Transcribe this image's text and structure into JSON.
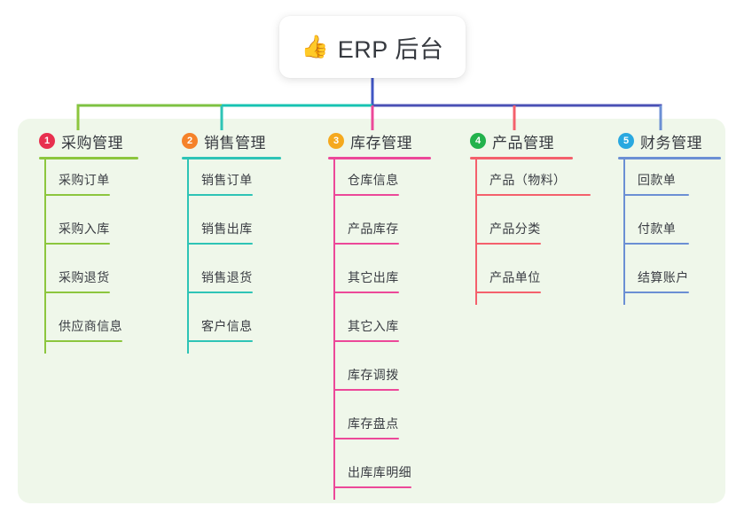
{
  "root": {
    "icon": "thumbs-up-icon",
    "icon_glyph": "👍",
    "title": "ERP 后台",
    "connector_color": "#4056C4"
  },
  "palette": {
    "panel_bg": "#eff7ea",
    "page_bg": "#ffffff",
    "text": "#36393f",
    "trunk_left": "#7DC242",
    "trunk_mid": "#17C3B2",
    "trunk_right": "#4A50B5"
  },
  "columns": [
    {
      "number": "1",
      "badge_color": "#E8304F",
      "line_color": "#8CC63E",
      "title": "采购管理",
      "title_width": 112,
      "items": [
        "采购订单",
        "采购入库",
        "采购退货",
        "供应商信息"
      ]
    },
    {
      "number": "2",
      "badge_color": "#F5822A",
      "line_color": "#2EC4B6",
      "title": "销售管理",
      "title_width": 112,
      "items": [
        "销售订单",
        "销售出库",
        "销售退货",
        "客户信息"
      ]
    },
    {
      "number": "3",
      "badge_color": "#F5A91E",
      "line_color": "#EC4899",
      "title": "库存管理",
      "title_width": 116,
      "items": [
        "仓库信息",
        "产品库存",
        "其它出库",
        "其它入库",
        "库存调拨",
        "库存盘点",
        "出库库明细"
      ]
    },
    {
      "number": "4",
      "badge_color": "#22B24C",
      "line_color": "#F4606C",
      "title": "产品管理",
      "title_width": 116,
      "items": [
        "产品（物料）",
        "产品分类",
        "产品单位"
      ]
    },
    {
      "number": "5",
      "badge_color": "#29A8E0",
      "line_color": "#6B8FD4",
      "title": "财务管理",
      "title_width": 116,
      "items": [
        "回款单",
        "付款单",
        "结算账户"
      ]
    }
  ]
}
